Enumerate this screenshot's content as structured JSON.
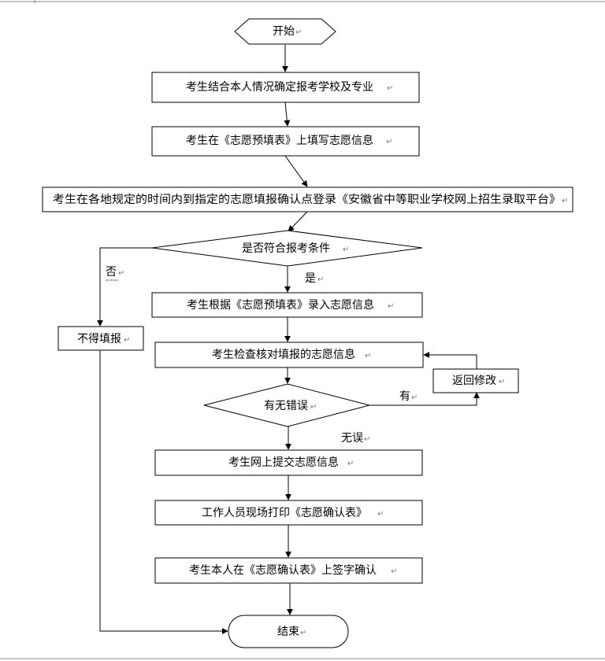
{
  "flowchart": {
    "start": "开始",
    "step_choose_school": "考生结合本人情况确定报考学校及专业",
    "step_fill_form": "考生在《志愿预填表》上填写志愿信息",
    "step_login": "考生在各地规定的时间内到指定的志愿填报确认点登录《安徽省中等职业学校网上招生录取平台》",
    "decision_eligible": "是否符合报考条件",
    "label_no": "否",
    "label_yes": "是",
    "step_not_allowed": "不得填报",
    "step_enter_info": "考生根据《志愿预填表》录入志愿信息",
    "step_check": "考生检查核对填报的志愿信息",
    "decision_errors": "有无错误",
    "label_has_error": "有",
    "step_modify": "返回修改",
    "label_no_error": "无误",
    "step_submit": "考生网上提交志愿信息",
    "step_print": "工作人员现场打印《志愿确认表》",
    "step_sign": "考生本人在《志愿确认表》上签字确认",
    "end": "结束"
  },
  "paragraph_mark": "↵"
}
